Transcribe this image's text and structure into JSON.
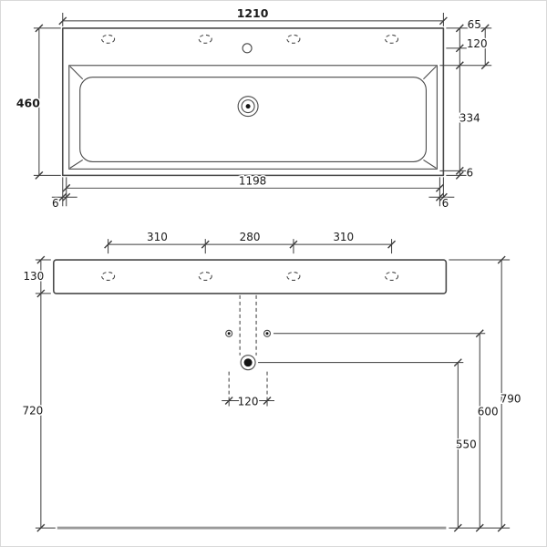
{
  "colors": {
    "line": "#4a4a4a",
    "dim": "#3c3c3c",
    "floor": "#9a9a9a",
    "text": "#1a1a1a"
  },
  "top_view": {
    "overall_width": "1210",
    "tap_hole_offset": "65",
    "deck_depth": "120",
    "overall_depth": "460",
    "bowl_depth": "334",
    "rim_side": "6",
    "inner_width": "1198",
    "rim_left": "6",
    "rim_right": "6"
  },
  "front_view": {
    "tap_spacing_left": "310",
    "tap_spacing_center": "280",
    "tap_spacing_right": "310",
    "basin_height": "130",
    "clearance_below": "720",
    "drain_cutout_width": "120",
    "overall_height": "790",
    "fixing_holes_height": "600",
    "drain_height": "550"
  }
}
